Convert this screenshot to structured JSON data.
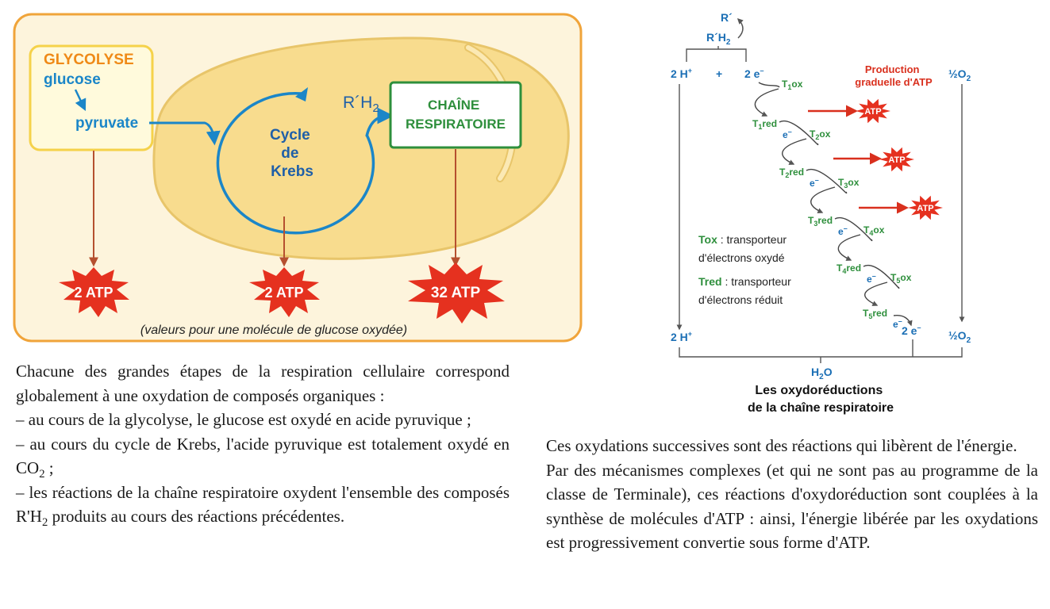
{
  "left": {
    "glycolyse_title": "GLYCOLYSE",
    "glucose": "glucose",
    "pyruvate": "pyruvate",
    "cycle_line1": "Cycle",
    "cycle_line2": "de",
    "cycle_line3": "Krebs",
    "rh2_main": "R´H",
    "rh2_sub": "2",
    "chaine_line1": "CHAÎNE",
    "chaine_line2": "RESPIRATOIRE",
    "atp_glycolyse": "2 ATP",
    "atp_krebs": "2 ATP",
    "atp_chaine": "32 ATP",
    "caption": "(valeurs pour une molécule de glucose oxydée)"
  },
  "right": {
    "r_prime": "R´",
    "rh2_top_main": "R´H",
    "rh2_top_sub": "2",
    "h_plus_top": "2 H",
    "plus_sign": "+",
    "e_top": "2 e",
    "half_o2_top": "½O",
    "half_o2_top_sub": "2",
    "production_line1": "Production",
    "production_line2": "graduelle d'ATP",
    "atp": "ATP",
    "tox_legend_term": "Tox",
    "tox_legend_l1": " : transporteur",
    "tox_legend_l2": "d'électrons oxydé",
    "tred_legend_term": "Tred",
    "tred_legend_l1": " : transporteur",
    "tred_legend_l2": "d'électrons réduit",
    "h_plus_bottom": "2 H",
    "e_bottom": "2 e",
    "half_o2_bottom": "½O",
    "half_o2_bottom_sub": "2",
    "h2o_main": "H",
    "h2o_sub": "2",
    "h2o_end": "O",
    "title_line1": "Les oxydoréductions",
    "title_line2": "de la chaîne respiratoire",
    "electron": "e",
    "carriers": [
      {
        "ox": "T1ox",
        "red": "T1red"
      },
      {
        "ox": "T2ox",
        "red": "T2red"
      },
      {
        "ox": "T3ox",
        "red": "T3red"
      },
      {
        "ox": "T4ox",
        "red": "T4red"
      },
      {
        "ox": "T5ox",
        "red": "T5red"
      }
    ]
  },
  "text_left": {
    "l1": "Chacune des grandes étapes de la respiration cellulaire correspond globalement à une oxydation de composés organiques :",
    "l2": "– au cours de la glycolyse, le glucose est oxydé en acide pyruvique ;",
    "l3a": "– au cours du cycle de Krebs, l'acide pyruvique est totalement oxydé en CO",
    "l3sub": "2",
    "l3b": " ;",
    "l4a": "– les réactions de la chaîne respiratoire oxydent l'ensemble des composés R'H",
    "l4sub": "2",
    "l4b": " produits au cours des réactions précédentes."
  },
  "text_right": {
    "p1": "Ces oxydations successives sont des réactions qui libèrent de l'énergie.",
    "p2": "Par des mécanismes complexes (et qui ne sont pas au programme de la classe de Terminale), ces réactions d'oxydoréduction sont couplées à la synthèse de molécules d'ATP : ainsi, l'énergie libérée par les oxydations est progressivement convertie sous forme d'ATP."
  },
  "colors": {
    "orange_border": "#f0a43a",
    "cream_bg": "#fdf4dc",
    "mito_fill": "#f8dc8e",
    "mito_stroke": "#e8c56a",
    "glyco_box_fill": "#fffadc",
    "glyco_box_stroke": "#f5d24a",
    "orange_text": "#ef8a17",
    "blue": "#1b86c8",
    "dark_blue": "#1f5fa8",
    "green": "#2e8f3c",
    "red": "#e5311f",
    "brown_arrow": "#b5502f"
  }
}
